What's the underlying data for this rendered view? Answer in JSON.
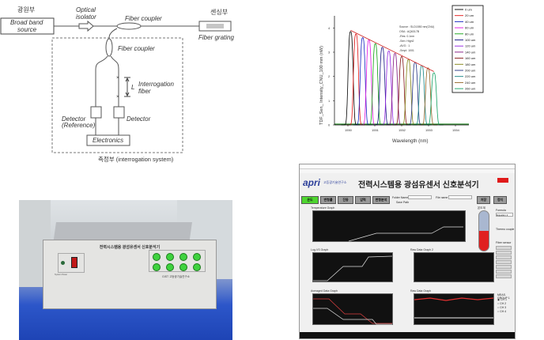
{
  "diagram": {
    "light_source_section": "광원부",
    "source": [
      "Broad band",
      "source"
    ],
    "isolator": [
      "Optical",
      "isolator"
    ],
    "coupler_top": "Fiber coupler",
    "sensing_section": "센싱부",
    "grating": "Fiber grating",
    "coupler_inner": "Fiber coupler",
    "length_label": "L",
    "interrogation_fiber": [
      "Interrogation",
      "fiber"
    ],
    "detector_ref": [
      "Detector",
      "(Reference)"
    ],
    "detector": "Detector",
    "electronics": "Electronics",
    "system_label": "측정부 (interrogation system)"
  },
  "chart_data": {
    "type": "line",
    "xlabel": "Wavelength (nm)",
    "ylabel": "TDF_Sen_ Intensity_CNU_100 mm (nW)",
    "xlim": [
      1549.5,
      1554.5
    ],
    "ylim": [
      0,
      4.5
    ],
    "xticks": [
      "1550",
      "1551",
      "1552",
      "1553",
      "1554"
    ],
    "yticks": [
      "0",
      "1",
      "2",
      "3",
      "4"
    ],
    "annotation": [
      "Source : SLD1550 nm(CNU)",
      "OSA : AQ6317B",
      "-Res: 0.1nm",
      "-Sen: High2",
      "-AVG : 1",
      "-Smpl: 1001"
    ],
    "legend_position": "top-right",
    "envelope": {
      "x": [
        1550.1,
        1553.2
      ],
      "y": [
        3.9,
        2.2
      ],
      "color": "#d02020"
    },
    "series": [
      {
        "name": "0 um",
        "peak_wavelength": 1550.1,
        "peak": 3.85,
        "color": "#000000"
      },
      {
        "name": "20 um",
        "peak_wavelength": 1550.3,
        "peak": 3.75,
        "color": "#e01010"
      },
      {
        "name": "40 um",
        "peak_wavelength": 1550.55,
        "peak": 3.6,
        "color": "#1020c0"
      },
      {
        "name": "60 um",
        "peak_wavelength": 1550.78,
        "peak": 3.5,
        "color": "#e010e0"
      },
      {
        "name": "80 um",
        "peak_wavelength": 1551.02,
        "peak": 3.35,
        "color": "#10a010"
      },
      {
        "name": "100 um",
        "peak_wavelength": 1551.28,
        "peak": 3.2,
        "color": "#101080"
      },
      {
        "name": "120 um",
        "peak_wavelength": 1551.52,
        "peak": 3.05,
        "color": "#9020e0"
      },
      {
        "name": "140 um",
        "peak_wavelength": 1551.75,
        "peak": 2.95,
        "color": "#801080"
      },
      {
        "name": "160 um",
        "peak_wavelength": 1552.0,
        "peak": 2.82,
        "color": "#801010"
      },
      {
        "name": "180 um",
        "peak_wavelength": 1552.25,
        "peak": 2.7,
        "color": "#808010"
      },
      {
        "name": "200 um",
        "peak_wavelength": 1552.5,
        "peak": 2.58,
        "color": "#203080"
      },
      {
        "name": "220 um",
        "peak_wavelength": 1552.75,
        "peak": 2.45,
        "color": "#108080"
      },
      {
        "name": "240 um",
        "peak_wavelength": 1552.98,
        "peak": 2.35,
        "color": "#906020"
      },
      {
        "name": "260 um",
        "peak_wavelength": 1553.2,
        "peak": 2.15,
        "color": "#10a060"
      }
    ]
  },
  "photo": {
    "panel_label": "전력시스템용 광섬유센서 신호분석기",
    "maker": "GIST 고등광기술연구소",
    "switch_label": "System Power"
  },
  "gui": {
    "logo": "apri",
    "logo_sub": "고등광기술연구소",
    "title": "전력시스템용 광섬유센서 신호분석기",
    "tabs": [
      "온도",
      "변형률",
      "진동",
      "압력",
      "변형분석"
    ],
    "save": "저장",
    "stop": "정지",
    "folder_label": "Folder Name",
    "file_label": "File name",
    "path_label": "Save Path",
    "graphs": [
      "Temperature Graph",
      "Log-VS Graph",
      "Raw Data Graph 2",
      "Averaged Data Graph",
      "Raw Data Graph"
    ],
    "thermo_label": "온도계",
    "formula_label": "Formula",
    "formula_value": "Equation 2",
    "thermo_couple": "Thermo couple",
    "fiber_sensor": "Fiber sensor",
    "group_label": "MEAS. GROUP 1",
    "channels": [
      "CH 1",
      "CH 2",
      "CH 3",
      "CH 4"
    ]
  }
}
